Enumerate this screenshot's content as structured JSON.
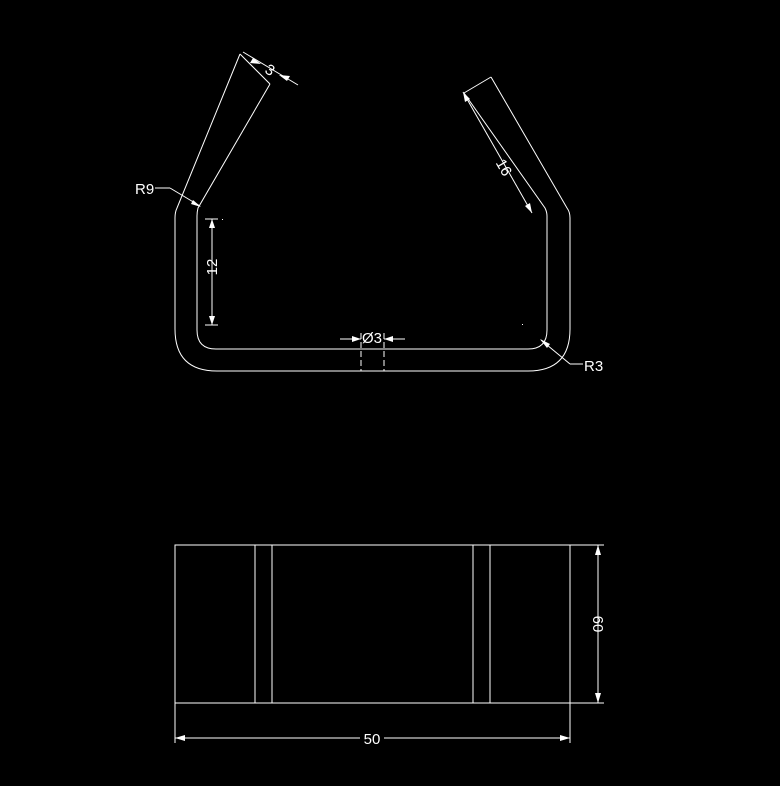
{
  "colors": {
    "background": "#000000",
    "line": "#ffffff"
  },
  "top_view": {
    "dims": {
      "thickness": "3",
      "flange_length": "16",
      "bend_radius_outer": "R9",
      "bend_radius_inner": "R3",
      "side_height": "12",
      "hole_diameter": "Ø3"
    }
  },
  "front_view": {
    "dims": {
      "width": "50",
      "height": "60"
    }
  }
}
